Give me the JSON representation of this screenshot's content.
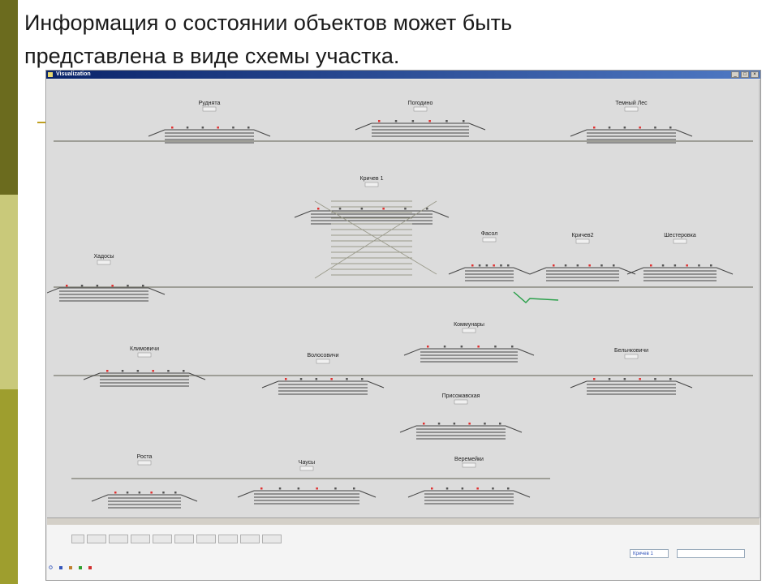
{
  "slide": {
    "title_line1": "Информация о состоянии объектов может быть",
    "title_line2": "представлена в виде схемы участка."
  },
  "window": {
    "title": "Visualization",
    "buttons": [
      "_",
      "□",
      "×"
    ]
  },
  "stations": [
    "Руднята",
    "Погодино",
    "Темный Лес",
    "Кричев 1",
    "Фасол",
    "Кричев2",
    "Шестеровка",
    "Хадосы",
    "Коммунары",
    "Климовичи",
    "Волосовичи",
    "Бельнковичи",
    "Присожавская",
    "Роста",
    "Чаусы",
    "Веремейки"
  ],
  "statusbar": {
    "station_field": "Кричев 1"
  },
  "colors": {
    "slide_band_dark": "#6b6b1e",
    "slide_band_light": "#c9c97a",
    "canvas_bg": "#dcdcdc",
    "track": "#444444",
    "signal_red": "#e03030",
    "signal_green": "#2aa04a",
    "highlight_yellow": "#e8d870"
  }
}
